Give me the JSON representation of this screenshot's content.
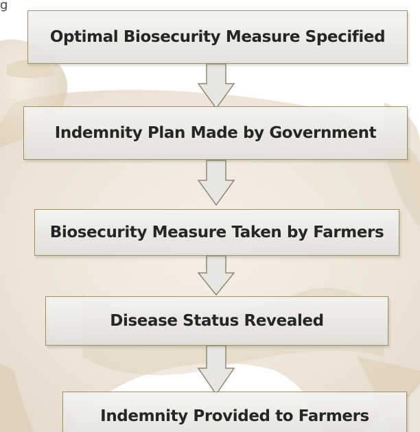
{
  "corner_label": "g",
  "flow": {
    "steps": [
      {
        "label": "Optimal Biosecurity Measure Specified"
      },
      {
        "label": "Indemnity Plan Made by Government"
      },
      {
        "label": "Biosecurity Measure Taken by Farmers"
      },
      {
        "label": "Disease Status Revealed"
      },
      {
        "label": "Indemnity Provided to Farmers"
      }
    ]
  },
  "colors": {
    "box_border": "#9a9266",
    "box_fill": "#ecebe7",
    "arrow_fill": "#e8e6e0",
    "arrow_stroke": "#8c8878",
    "background_animal": "#eadfcf"
  },
  "background": {
    "icon": "cow-silhouette-icon"
  }
}
